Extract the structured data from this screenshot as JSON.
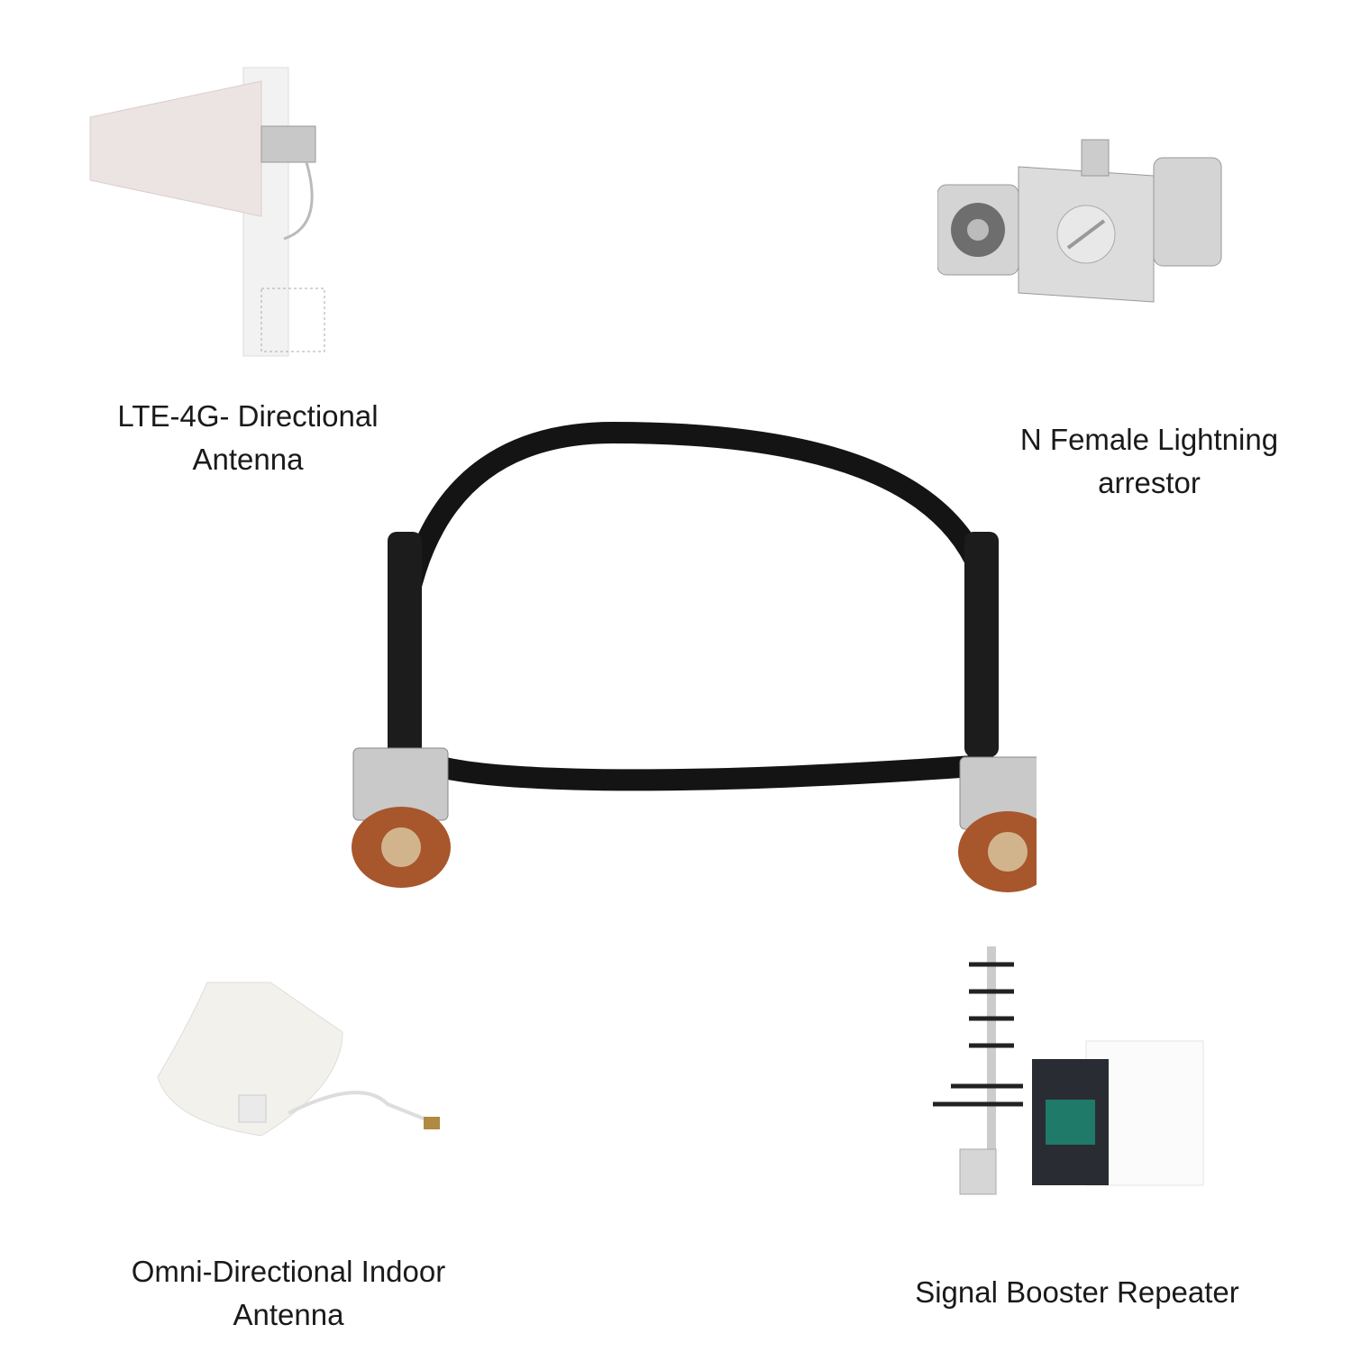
{
  "products": {
    "directional_antenna": {
      "label_line1": "LTE-4G- Directional",
      "label_line2": "Antenna"
    },
    "lightning_arrestor": {
      "label_line1": "N Female Lightning",
      "label_line2": "arrestor"
    },
    "omni_antenna": {
      "label_line1": "Omni-Directional Indoor",
      "label_line2": "Antenna"
    },
    "signal_booster": {
      "label_line1": "Signal Booster Repeater"
    }
  },
  "colors": {
    "cable": "#141414",
    "connector_silver": "#c9c9c9",
    "connector_copper": "#a8562c",
    "booster_panel": "#1f7a6a",
    "booster_body": "#2a2c33"
  }
}
